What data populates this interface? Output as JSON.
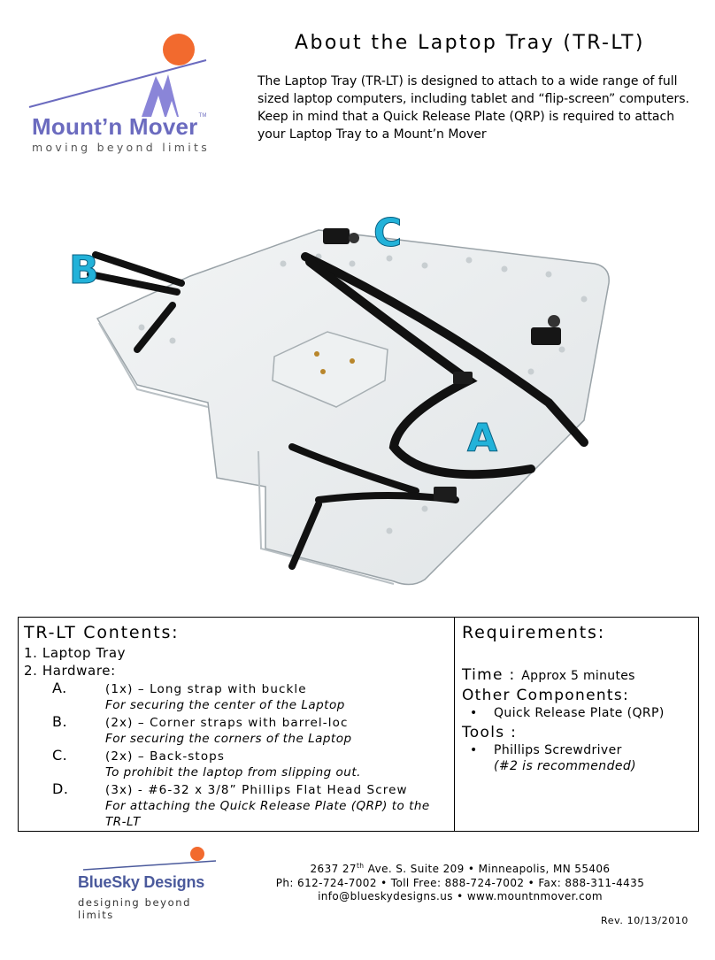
{
  "header": {
    "brand_name": "Mount’n Mover",
    "brand_tm": "TM",
    "brand_tagline": "moving beyond limits",
    "title": "About the Laptop Tray (TR-LT)",
    "intro": "The Laptop Tray (TR-LT) is designed to attach to a wide range of full sized laptop computers, including tablet and “flip-screen” computers. Keep in mind that a Quick Release Plate (QRP) is required to attach your Laptop Tray to a Mount’n Mover"
  },
  "figure": {
    "label_a": "A",
    "label_b": "B",
    "label_c": "C",
    "accent_color": "#22b2d9"
  },
  "contents": {
    "heading": "TR-LT Contents:",
    "item1": "1. Laptop Tray",
    "item2": "2. Hardware:",
    "hardware": [
      {
        "letter": "A.",
        "main": "(1x) – Long strap with buckle",
        "desc": "For securing the center of the Laptop"
      },
      {
        "letter": "B.",
        "main": "(2x) – Corner straps with barrel-loc",
        "desc": "For securing the corners of the Laptop"
      },
      {
        "letter": "C.",
        "main": "(2x) – Back-stops",
        "desc": "To prohibit the laptop from slipping out."
      },
      {
        "letter": "D.",
        "main": "(3x) - #6-32 x 3/8” Phillips Flat Head Screw",
        "desc": "For attaching the Quick Release Plate (QRP) to the TR-LT"
      }
    ]
  },
  "requirements": {
    "heading": "Requirements:",
    "time_label": "Time :",
    "time_value": "Approx 5 minutes",
    "other_label": "Other Components:",
    "other_items": [
      "Quick Release Plate (QRP)"
    ],
    "tools_label": "Tools :",
    "tools_item": "Phillips Screwdriver",
    "tools_note": "(#2 is recommended)"
  },
  "footer": {
    "brand_name": "BlueSky Designs",
    "brand_tagline": "designing beyond limits",
    "address_num": "2637 27",
    "address_sup": "th",
    "address_rest": " Ave. S. Suite 209 • Minneapolis, MN 55406",
    "phone": "Ph: 612-724-7002 • Toll Free: 888-724-7002 • Fax: 888-311-4435",
    "web": "info@blueskydesigns.us • www.mountnmover.com",
    "revision": "Rev. 10/13/2010"
  }
}
